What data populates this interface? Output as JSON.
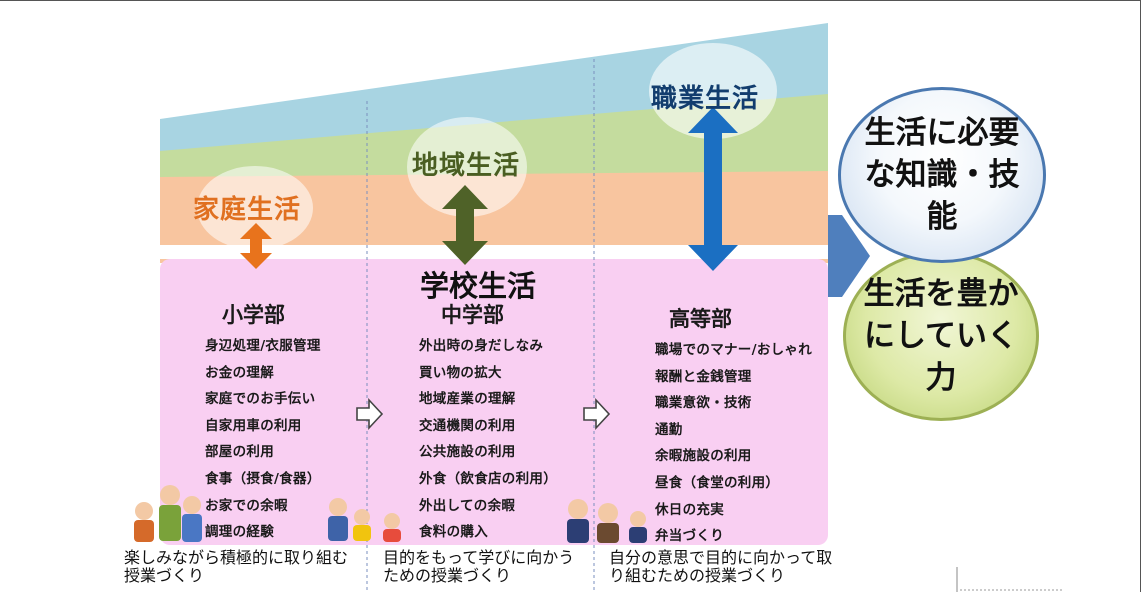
{
  "life_labels": {
    "home": "家庭生活",
    "region": "地域生活",
    "work": "職業生活",
    "school": "学校生活"
  },
  "columns": [
    {
      "title": "小学部",
      "items": [
        "身辺処理/衣服管理",
        "お金の理解",
        "家庭でのお手伝い",
        "自家用車の利用",
        "部屋の利用",
        "食事（摂食/食器）",
        "お家での余暇",
        "調理の経験"
      ]
    },
    {
      "title": "中学部",
      "items": [
        "外出時の身だしなみ",
        "買い物の拡大",
        "地域産業の理解",
        "交通機関の利用",
        "公共施設の利用",
        "外食（飲食店の利用）",
        "外出しての余暇",
        "食料の購入"
      ]
    },
    {
      "title": "高等部",
      "items": [
        "職場でのマナー/おしゃれ",
        "報酬と金銭管理",
        "職業意欲・技術",
        "通勤",
        "余暇施設の利用",
        "昼食（食堂の利用）",
        "休日の充実",
        "弁当づくり"
      ]
    }
  ],
  "outcomes": {
    "top": "生活に必要な知識・技能",
    "bottom": "生活を豊かにしていく力"
  },
  "captions": [
    "楽しみながら積極的に取り組む授業づくり",
    "目的をもって学びに向かうための授業づくり",
    "自分の意思で目的に向かって取り組むための授業づくり"
  ],
  "colors": {
    "sky": "#a8d4e2",
    "green": "#c4dc9e",
    "peach": "#f8c59f",
    "school_pink": "#f9cff2",
    "home_arrow": "#e8731c",
    "region_arrow": "#4f6228",
    "work_arrow": "#1b6fc2"
  }
}
